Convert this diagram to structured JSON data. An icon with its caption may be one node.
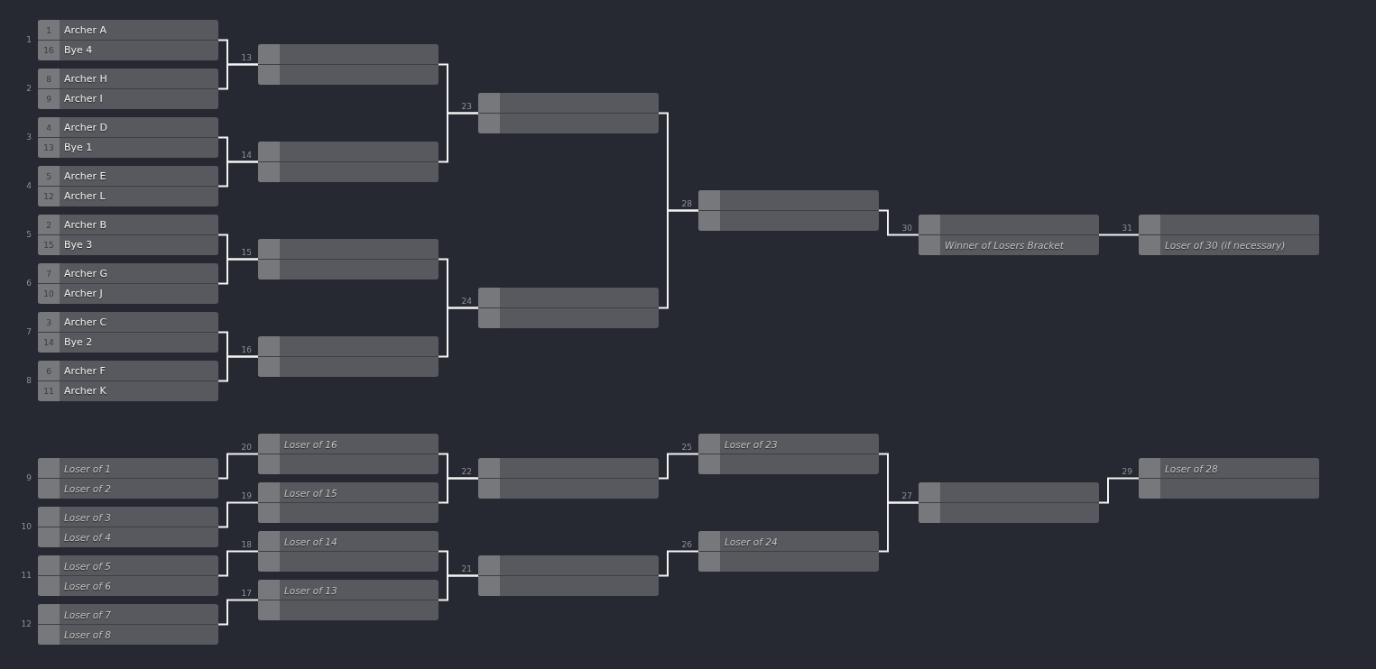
{
  "diagram": {
    "nodes": [
      {
        "text": [
          "1",
          "Archer A",
          "16",
          "Bye 4"
        ],
        "beside": [
          "1"
        ]
      },
      {
        "text": [
          "8",
          "Archer H",
          "9",
          "Archer I"
        ],
        "beside": [
          "2"
        ]
      },
      {
        "text": [
          "4",
          "Archer D",
          "13",
          "Bye 1"
        ],
        "beside": [
          "3"
        ]
      },
      {
        "text": [
          "5",
          "Archer E",
          "12",
          "Archer L"
        ],
        "beside": [
          "4"
        ]
      },
      {
        "text": [
          "2",
          "Archer B",
          "15",
          "Bye 3"
        ],
        "beside": [
          "5"
        ]
      },
      {
        "text": [
          "7",
          "Archer G",
          "10",
          "Archer J"
        ],
        "beside": [
          "6"
        ]
      },
      {
        "text": [
          "3",
          "Archer C",
          "14",
          "Bye 2"
        ],
        "beside": [
          "7"
        ]
      },
      {
        "text": [
          "6",
          "Archer F",
          "11",
          "Archer K"
        ],
        "beside": [
          "8"
        ]
      },
      {
        "text": [
          "Loser of 1",
          "Loser of 2"
        ],
        "beside": [
          "9"
        ]
      },
      {
        "text": [
          "Loser of 3",
          "Loser of 4"
        ],
        "beside": [
          "10"
        ]
      },
      {
        "text": [
          "Loser of 5",
          "Loser of 6"
        ],
        "beside": [
          "11"
        ]
      },
      {
        "text": [
          "Loser of 7",
          "Loser of 8"
        ],
        "beside": [
          "12"
        ]
      },
      {
        "text": [],
        "shape": "box",
        "beside": [
          "13"
        ]
      },
      {
        "text": [],
        "shape": "box",
        "beside": [
          "14"
        ]
      },
      {
        "text": [],
        "shape": "box",
        "beside": [
          "15"
        ]
      },
      {
        "text": [],
        "shape": "box",
        "beside": [
          "16"
        ]
      },
      {
        "text": [
          "Loser of 13"
        ],
        "beside": [
          "17"
        ]
      },
      {
        "text": [
          "Loser of 14"
        ],
        "beside": [
          "18"
        ]
      },
      {
        "text": [
          "Loser of 15"
        ],
        "beside": [
          "19"
        ]
      },
      {
        "text": [
          "Loser of 16"
        ],
        "beside": [
          "20"
        ]
      },
      {
        "text": [],
        "shape": "box",
        "beside": [
          "21"
        ]
      },
      {
        "text": [],
        "shape": "box",
        "beside": [
          "22"
        ]
      },
      {
        "text": [],
        "shape": "box",
        "beside": [
          "23"
        ]
      },
      {
        "text": [],
        "shape": "box",
        "beside": [
          "24"
        ]
      },
      {
        "text": [
          "Loser of 23"
        ],
        "beside": [
          "25"
        ]
      },
      {
        "text": [
          "Loser of 24"
        ],
        "beside": [
          "26"
        ]
      },
      {
        "text": [],
        "shape": "box",
        "beside": [
          "27"
        ]
      },
      {
        "text": [],
        "shape": "box",
        "beside": [
          "28"
        ]
      },
      {
        "text": [
          "Loser of 28"
        ],
        "beside": [
          "29"
        ]
      },
      {
        "text": [
          "Winner of Losers Bracket"
        ],
        "beside": [
          "30"
        ]
      },
      {
        "text": [
          "Loser of 30 (if necessary)"
        ],
        "beside": [
          "31"
        ]
      }
    ],
    "edges": [
      {
        "from": 0,
        "to": 12,
        "arrow": "none"
      },
      {
        "from": 1,
        "to": 12,
        "arrow": "none"
      },
      {
        "from": 2,
        "to": 13,
        "arrow": "none"
      },
      {
        "from": 3,
        "to": 13,
        "arrow": "none"
      },
      {
        "from": 4,
        "to": 14,
        "arrow": "none"
      },
      {
        "from": 5,
        "to": 14,
        "arrow": "none"
      },
      {
        "from": 6,
        "to": 15,
        "arrow": "none"
      },
      {
        "from": 7,
        "to": 15,
        "arrow": "none"
      },
      {
        "from": 12,
        "to": 22,
        "arrow": "none"
      },
      {
        "from": 13,
        "to": 22,
        "arrow": "none"
      },
      {
        "from": 14,
        "to": 23,
        "arrow": "none"
      },
      {
        "from": 15,
        "to": 23,
        "arrow": "none"
      },
      {
        "from": 22,
        "to": 27,
        "arrow": "none"
      },
      {
        "from": 23,
        "to": 27,
        "arrow": "none"
      },
      {
        "from": 27,
        "to": 29,
        "arrow": "none"
      },
      {
        "from": 29,
        "to": 30,
        "arrow": "none"
      },
      {
        "from": 8,
        "to": 19,
        "arrow": "none"
      },
      {
        "from": 9,
        "to": 18,
        "arrow": "none"
      },
      {
        "from": 10,
        "to": 17,
        "arrow": "none"
      },
      {
        "from": 11,
        "to": 16,
        "arrow": "none"
      },
      {
        "from": 19,
        "to": 21,
        "arrow": "none"
      },
      {
        "from": 18,
        "to": 21,
        "arrow": "none"
      },
      {
        "from": 17,
        "to": 20,
        "arrow": "none"
      },
      {
        "from": 16,
        "to": 20,
        "arrow": "none"
      },
      {
        "from": 21,
        "to": 24,
        "arrow": "none"
      },
      {
        "from": 20,
        "to": 25,
        "arrow": "none"
      },
      {
        "from": 24,
        "to": 26,
        "arrow": "none"
      },
      {
        "from": 25,
        "to": 26,
        "arrow": "none"
      },
      {
        "from": 26,
        "to": 28,
        "arrow": "none"
      }
    ]
  }
}
